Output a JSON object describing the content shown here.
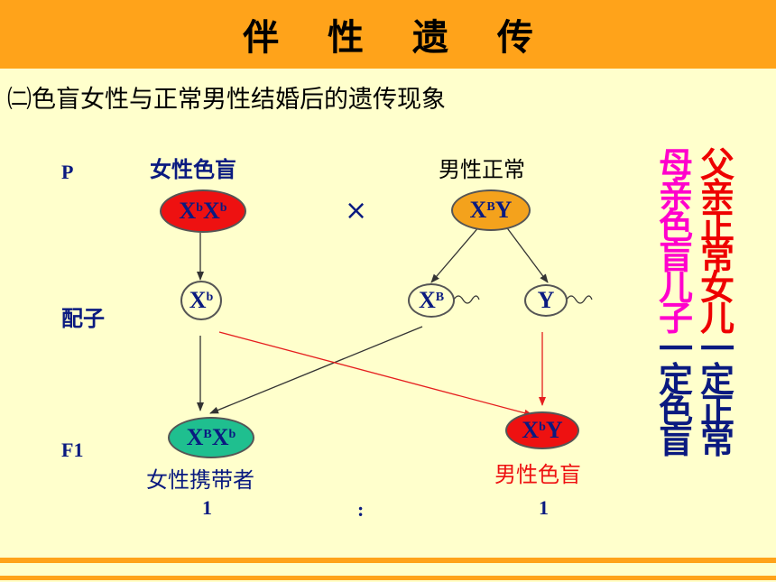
{
  "title": "伴 性 遗 传",
  "subtitle": "㈡色盲女性与正常男性结婚后的遗传现象",
  "row_labels": {
    "p": "P",
    "gamete": "配子",
    "f1": "F1"
  },
  "parents": {
    "female_label": "女性色盲",
    "male_label": "男性正常",
    "cross": "×",
    "female": {
      "base1": "X",
      "sup1": "b",
      "base2": "X",
      "sup2": "b",
      "color": "#ee1111"
    },
    "male": {
      "base1": "X",
      "sup1": "B",
      "base2": "Y",
      "color": "#f4a21c"
    }
  },
  "gametes": {
    "female": {
      "base": "X",
      "sup": "b"
    },
    "male_x": {
      "base": "X",
      "sup": "B"
    },
    "male_y": {
      "base": "Y"
    }
  },
  "offspring": {
    "female": {
      "base1": "X",
      "sup1": "B",
      "base2": "X",
      "sup2": "b",
      "label": "女性携带者",
      "ratio": "1",
      "color": "#1fbf8f"
    },
    "male": {
      "base1": "X",
      "sup1": "b",
      "base2": "Y",
      "label": "男性色盲",
      "ratio": "1",
      "color": "#ee1111"
    },
    "ratio_sep": ":"
  },
  "side_text": {
    "mother": "母亲色盲儿子一定色盲",
    "father": "父亲正常女儿一定正常",
    "mother_color": "#ff00cc",
    "father_color": "#ee0000",
    "tail_color": "#0a1a80"
  },
  "colors": {
    "title_bar": "#ffa31a",
    "background": "#ffffcc",
    "red_line": "#e51e1e"
  }
}
